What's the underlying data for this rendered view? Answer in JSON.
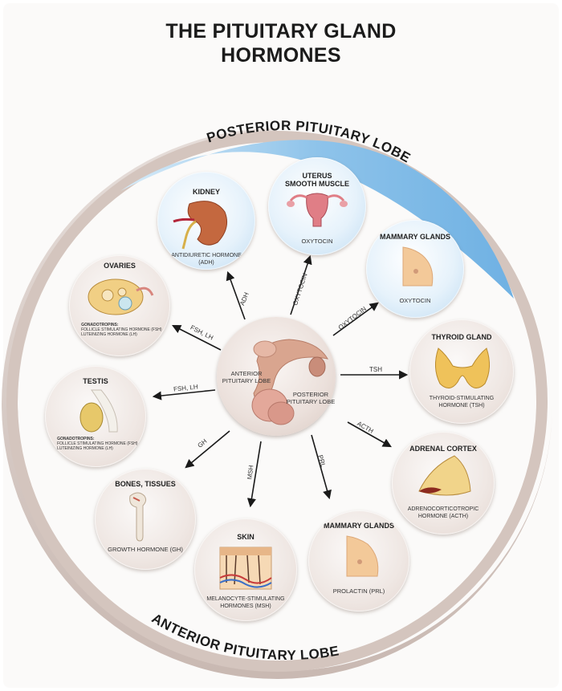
{
  "title": {
    "line1": "THE PITUITARY GLAND",
    "line2": "HORMONES"
  },
  "lobes": {
    "posterior": "POSTERIOR PITUITARY LOBE",
    "anterior": "ANTERIOR PITUITARY LOBE"
  },
  "center": {
    "anterior_label_1": "ANTERIOR",
    "anterior_label_2": "PITUITARY LOBE",
    "posterior_label_1": "POSTERIOR",
    "posterior_label_2": "PITUITARY LOBE"
  },
  "targets": {
    "kidney": {
      "name": "KIDNEY",
      "hormone": "ANTIDIURETIC HORMONE (ADH)",
      "arrow": "ADH"
    },
    "uterus": {
      "name_1": "UTERUS",
      "name_2": "SMOOTH MUSCLE",
      "hormone": "OXYTOCIN",
      "arrow": "OXYTOCIN"
    },
    "mammary_post": {
      "name": "MAMMARY GLANDS",
      "hormone": "OXYTOCIN",
      "arrow": "OXYTOCIN"
    },
    "ovaries": {
      "name": "OVARIES",
      "hormone_head": "GONADOTROPINS:",
      "hormone_1": "FOLLICLE STIMULATING HORMONE (FSH)",
      "hormone_2": "LUTEINIZING HORMONE (LH)",
      "arrow": "FSH, LH"
    },
    "thyroid": {
      "name": "THYROID GLAND",
      "hormone_1": "THYROID-STIMULATING",
      "hormone_2": "HORMONE (TSH)",
      "arrow": "TSH"
    },
    "testis": {
      "name": "TESTIS",
      "hormone_head": "GONADOTROPINS:",
      "hormone_1": "FOLLICLE STIMULATING HORMONE (FSH)",
      "hormone_2": "LUTEINIZING HORMONE (LH)",
      "arrow": "FSH, LH"
    },
    "adrenal": {
      "name": "ADRENAL CORTEX",
      "hormone_1": "ADRENOCORTICOTROPIC",
      "hormone_2": "HORMONE (ACTH)",
      "arrow": "ACTH"
    },
    "bones": {
      "name": "BONES, TISSUES",
      "hormone": "GROWTH HORMONE (GH)",
      "arrow": "GH"
    },
    "skin": {
      "name": "SKIN",
      "hormone_1": "MELANOCYTE-STIMULATING",
      "hormone_2": "HORMONES (MSH)",
      "arrow": "MSH"
    },
    "mammary_ant": {
      "name": "MAMMARY GLANDS",
      "hormone": "PROLACTIN (PRL)",
      "arrow": "PRL"
    }
  },
  "colors": {
    "posterior_band": "#8ec3ea",
    "anterior_band": "#ccbdb6",
    "text": "#1b1b1b"
  }
}
